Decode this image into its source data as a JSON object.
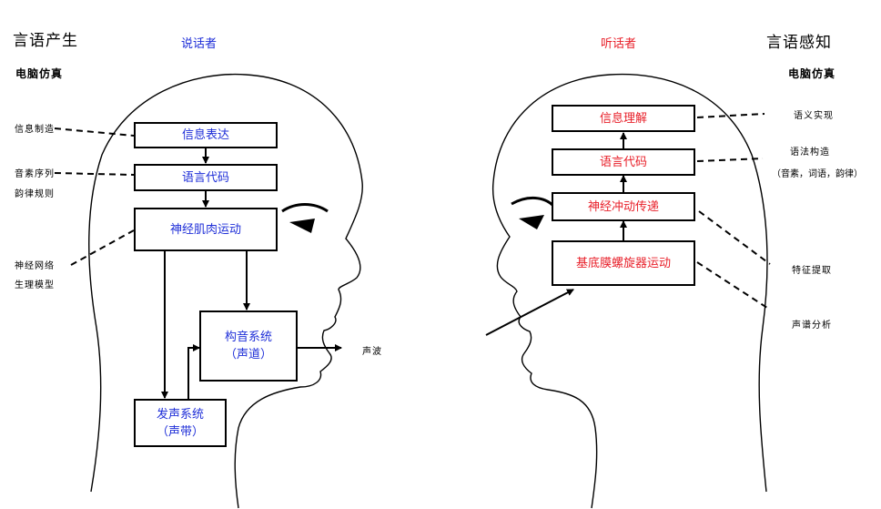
{
  "left": {
    "title": "言语产生",
    "subtitle": "电脑仿真",
    "role": "说话者",
    "annotations": {
      "info_selection": "信息制造",
      "phoneme_sequence": "音素序列",
      "prosody_rules": "韵律规则",
      "neural_net": "神经网络",
      "physio_model": "生理模型"
    },
    "boxes": {
      "info_expression": "信息表达",
      "language_code": "语言代码",
      "neuromuscular": "神经肌肉运动",
      "articulation_line1": "构音系统",
      "articulation_line2": "（声道）",
      "phonation_line1": "发声系统",
      "phonation_line2": "（声带）"
    },
    "output_label": "声波"
  },
  "right": {
    "title": "言语感知",
    "subtitle": "电脑仿真",
    "role": "听话者",
    "annotations": {
      "semantic": "语义实现",
      "syntax": "语法构造",
      "syntax_detail": "（音素，词语，韵律）",
      "feature": "特征提取",
      "spectrum": "声谱分析"
    },
    "boxes": {
      "info_understanding": "信息理解",
      "language_code": "语言代码",
      "neural_transmission": "神经冲动传递",
      "basilar_membrane": "基底膜螺旋器运动"
    }
  },
  "colors": {
    "speaker": "#1f2fd8",
    "listener": "#e8202a",
    "line": "#000000"
  }
}
